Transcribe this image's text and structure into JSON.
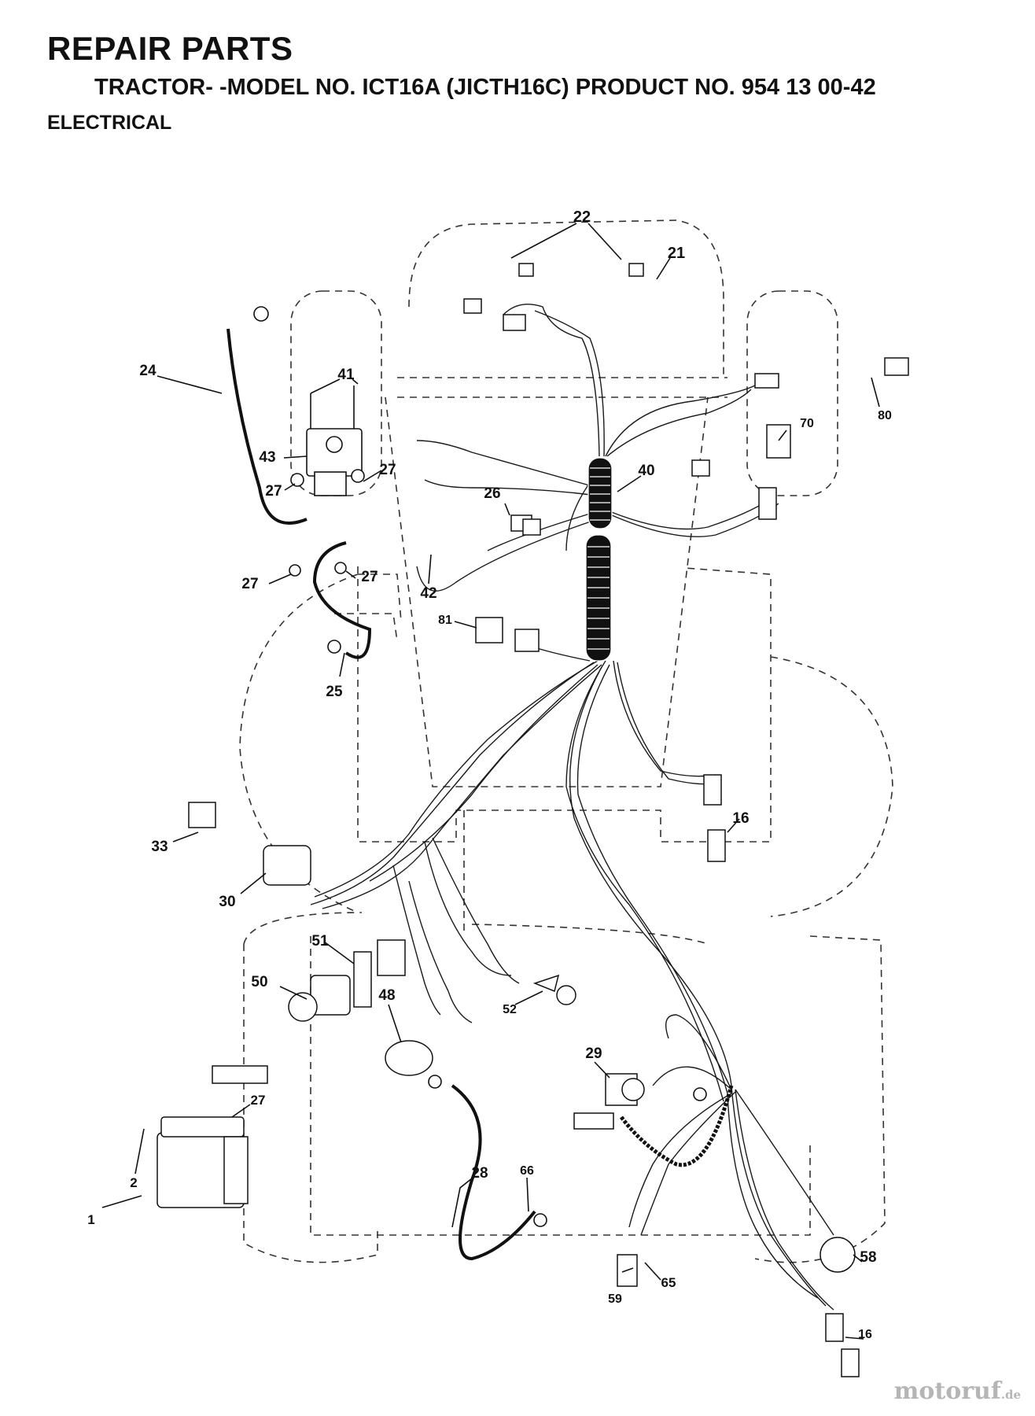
{
  "header": {
    "title": "REPAIR PARTS",
    "subtitle": "TRACTOR- -MODEL NO. ICT16A (JICTH16C) PRODUCT NO. 954 13 00-42",
    "section": "ELECTRICAL"
  },
  "callouts": {
    "c1": "1",
    "c2": "2",
    "c16a": "16",
    "c16b": "16",
    "c21": "21",
    "c22": "22",
    "c24": "24",
    "c25": "25",
    "c26": "26",
    "c27a": "27",
    "c27b": "27",
    "c27c": "27",
    "c27d": "27",
    "c27e": "27",
    "c28": "28",
    "c29": "29",
    "c30": "30",
    "c33": "33",
    "c40": "40",
    "c41": "41",
    "c42": "42",
    "c43": "43",
    "c48": "48",
    "c50": "50",
    "c51": "51",
    "c52": "52",
    "c58": "58",
    "c59": "59",
    "c65": "65",
    "c66": "66",
    "c70": "70",
    "c80": "80",
    "c81": "81"
  },
  "watermark": {
    "name": "motoruf",
    "tld": ".de"
  }
}
